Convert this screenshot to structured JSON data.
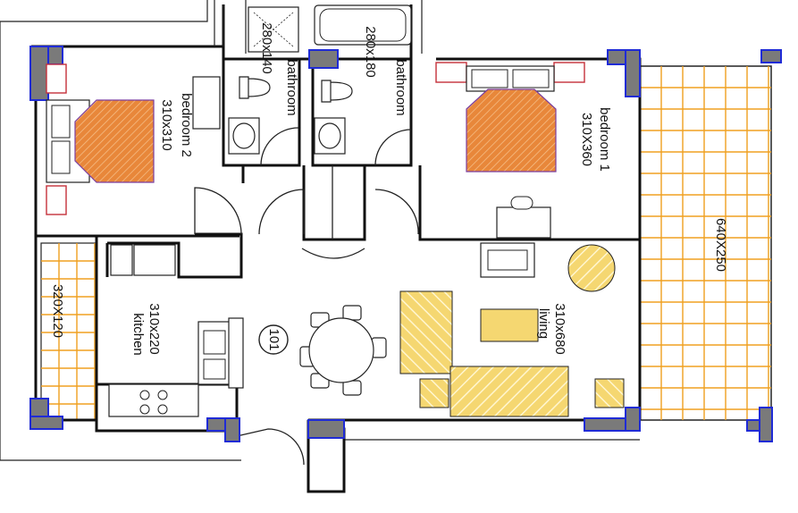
{
  "colors": {
    "wall": "#111111",
    "column_fill": "#7a7a7a",
    "column_edge": "#1f2bd6",
    "bed": "#e8873a",
    "pillow_border": "#c4303a",
    "terrace_grid": "#f0a020",
    "sofa": "#f5d771"
  },
  "apartment": {
    "number": "101"
  },
  "rooms": {
    "bedroom2": {
      "name": "bedroom 2",
      "size": "310x310"
    },
    "bathroom_a": {
      "name": "bathroom",
      "size": "280x140"
    },
    "bathroom_b": {
      "name": "bathroom",
      "size": "280x180"
    },
    "bedroom1": {
      "name": "bedroom 1",
      "size": "310X360"
    },
    "kitchen": {
      "name": "kitchen",
      "size": "310x220"
    },
    "living": {
      "name": "living",
      "size": "310x680"
    },
    "terrace_left": {
      "size": "320X120"
    },
    "terrace_right": {
      "size": "640X250"
    }
  }
}
